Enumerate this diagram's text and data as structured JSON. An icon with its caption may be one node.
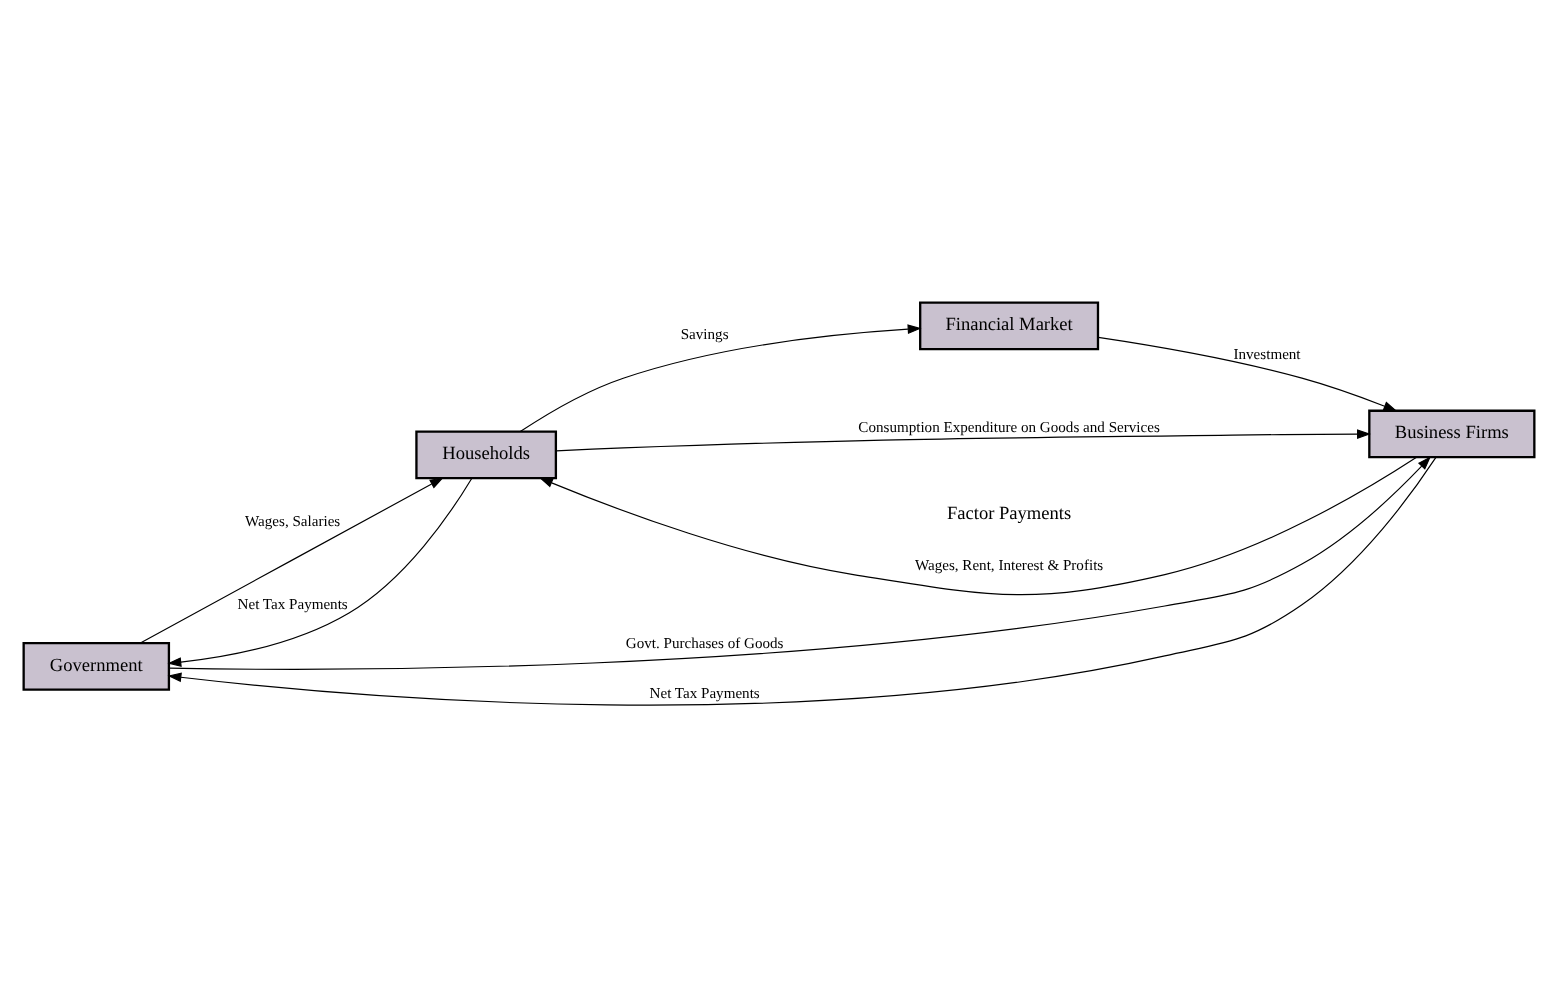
{
  "diagram": {
    "nodes": [
      {
        "text": [
          "Government"
        ]
      },
      {
        "text": [
          "Households"
        ]
      },
      {
        "text": [
          "Financial Market"
        ]
      },
      {
        "text": [
          "Business Firms"
        ]
      }
    ],
    "edges": [
      {
        "from": 0,
        "to": 1,
        "arrow": "to",
        "label": "Wages, Salaries"
      },
      {
        "from": 1,
        "to": 0,
        "arrow": "to",
        "label": "Net Tax Payments"
      },
      {
        "from": 0,
        "to": 3,
        "arrow": "to",
        "label": "Govt. Purchases of Goods"
      },
      {
        "from": 3,
        "to": 0,
        "arrow": "to",
        "label": "Net Tax Payments"
      },
      {
        "from": 3,
        "to": 1,
        "arrow": "to",
        "label": "Wages, Rent, Interest & Profits"
      },
      {
        "from": 1,
        "to": 2,
        "arrow": "to",
        "label": "Savings"
      },
      {
        "from": 2,
        "to": 3,
        "arrow": "to",
        "label": "Investment"
      },
      {
        "from": 1,
        "to": 3,
        "arrow": "to",
        "label": "Consumption Expenditure on Goods and Services"
      }
    ],
    "labels": [
      "Factor Payments"
    ]
  }
}
